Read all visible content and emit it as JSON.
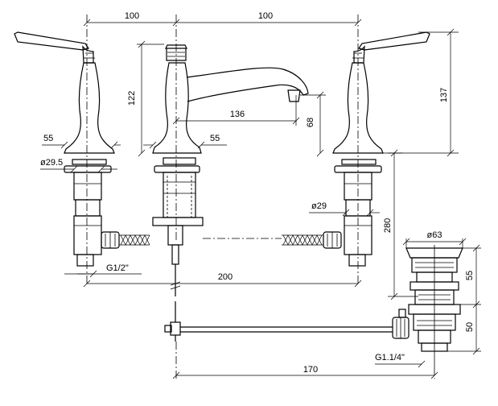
{
  "dimensions": {
    "spacing_left": "100",
    "spacing_right": "100",
    "spout_height": "122",
    "spout_reach": "136",
    "spout_outlet_height": "68",
    "handle_height": "137",
    "lever_base_left": "55",
    "spout_base": "55",
    "diameter_left": "ø29.5",
    "diameter_right": "ø29",
    "thread_inlet": "G1/2\"",
    "centers_overall": "200",
    "max_deck_thickness": "280",
    "waste_diameter": "ø63",
    "waste_upper": "55",
    "waste_lower": "50",
    "waste_thread": "G1.1/4\"",
    "rod_length": "170"
  }
}
